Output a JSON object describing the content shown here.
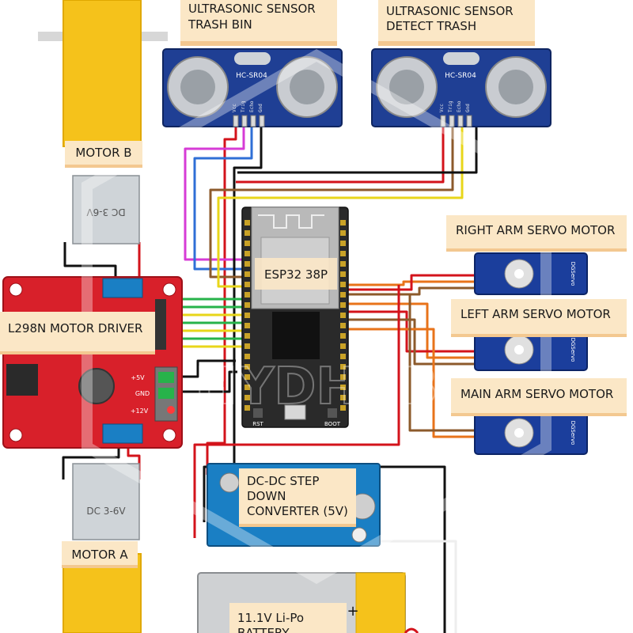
{
  "labels": {
    "us_bin": [
      "ULTRASONIC SENSOR",
      "TRASH BIN"
    ],
    "us_detect": [
      "ULTRASONIC SENSOR",
      "DETECT TRASH"
    ],
    "motor_b": "MOTOR B",
    "motor_a": "MOTOR A",
    "l298n": "L298N MOTOR DRIVER",
    "esp32": "ESP32 38P",
    "right_servo": "RIGHT ARM SERVO MOTOR",
    "left_servo": "LEFT ARM SERVO MOTOR",
    "main_servo": "MAIN ARM SERVO MOTOR",
    "dcdc": [
      "DC-DC STEP",
      "DOWN",
      "CONVERTER (5V)"
    ],
    "battery": [
      "11.1V Li-Po",
      "BATTERY"
    ]
  },
  "parts": {
    "sensor_model": "HC-SR04",
    "sensor_pins": [
      "Vcc",
      "Trig",
      "Echo",
      "Gnd"
    ],
    "motor_text": "DC 3-6V",
    "driver_pins": [
      "+5V",
      "GND",
      "+12V"
    ],
    "esp_buttons": [
      "RST",
      "BOOT"
    ],
    "battery_plus": "+",
    "servo_brand": "DGServo"
  },
  "watermark": "HYDHUB",
  "colors": {
    "sensor_blue": "#1f3f94",
    "driver_red": "#d8202a",
    "board_dark": "#2a2a2a",
    "servo_blue": "#1b3e9c",
    "motor_yellow": "#f5c21b",
    "label_bg": "#fbe7c6",
    "label_edge": "#f3c890",
    "wire_red": "#d3131b",
    "wire_black": "#111111",
    "wire_orange": "#e8731a",
    "wire_brown": "#8c5a2b",
    "wire_green": "#27b34a",
    "wire_yellow": "#e8d61a",
    "wire_magenta": "#d63bd6",
    "wire_blue": "#2f6fd6"
  }
}
